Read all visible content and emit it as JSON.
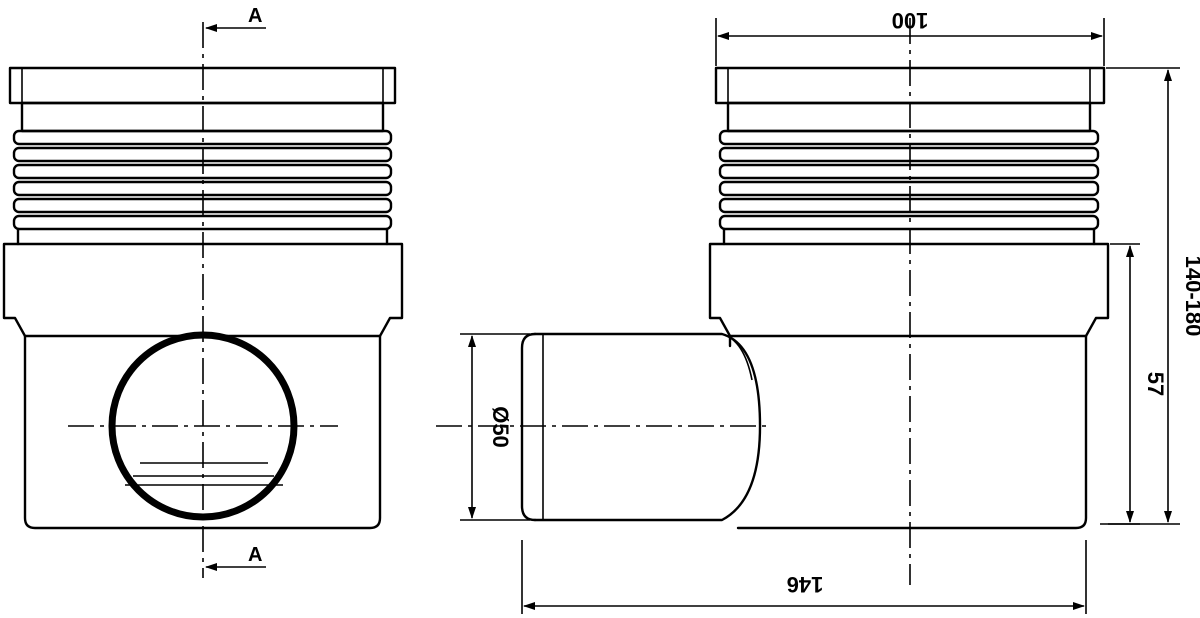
{
  "section_marks": {
    "top": "A",
    "bottom": "A"
  },
  "dimensions": {
    "top_width": "100",
    "total_height": "140-180",
    "body_height": "57",
    "outlet_diameter": "Ø50",
    "overall_length": "146"
  }
}
